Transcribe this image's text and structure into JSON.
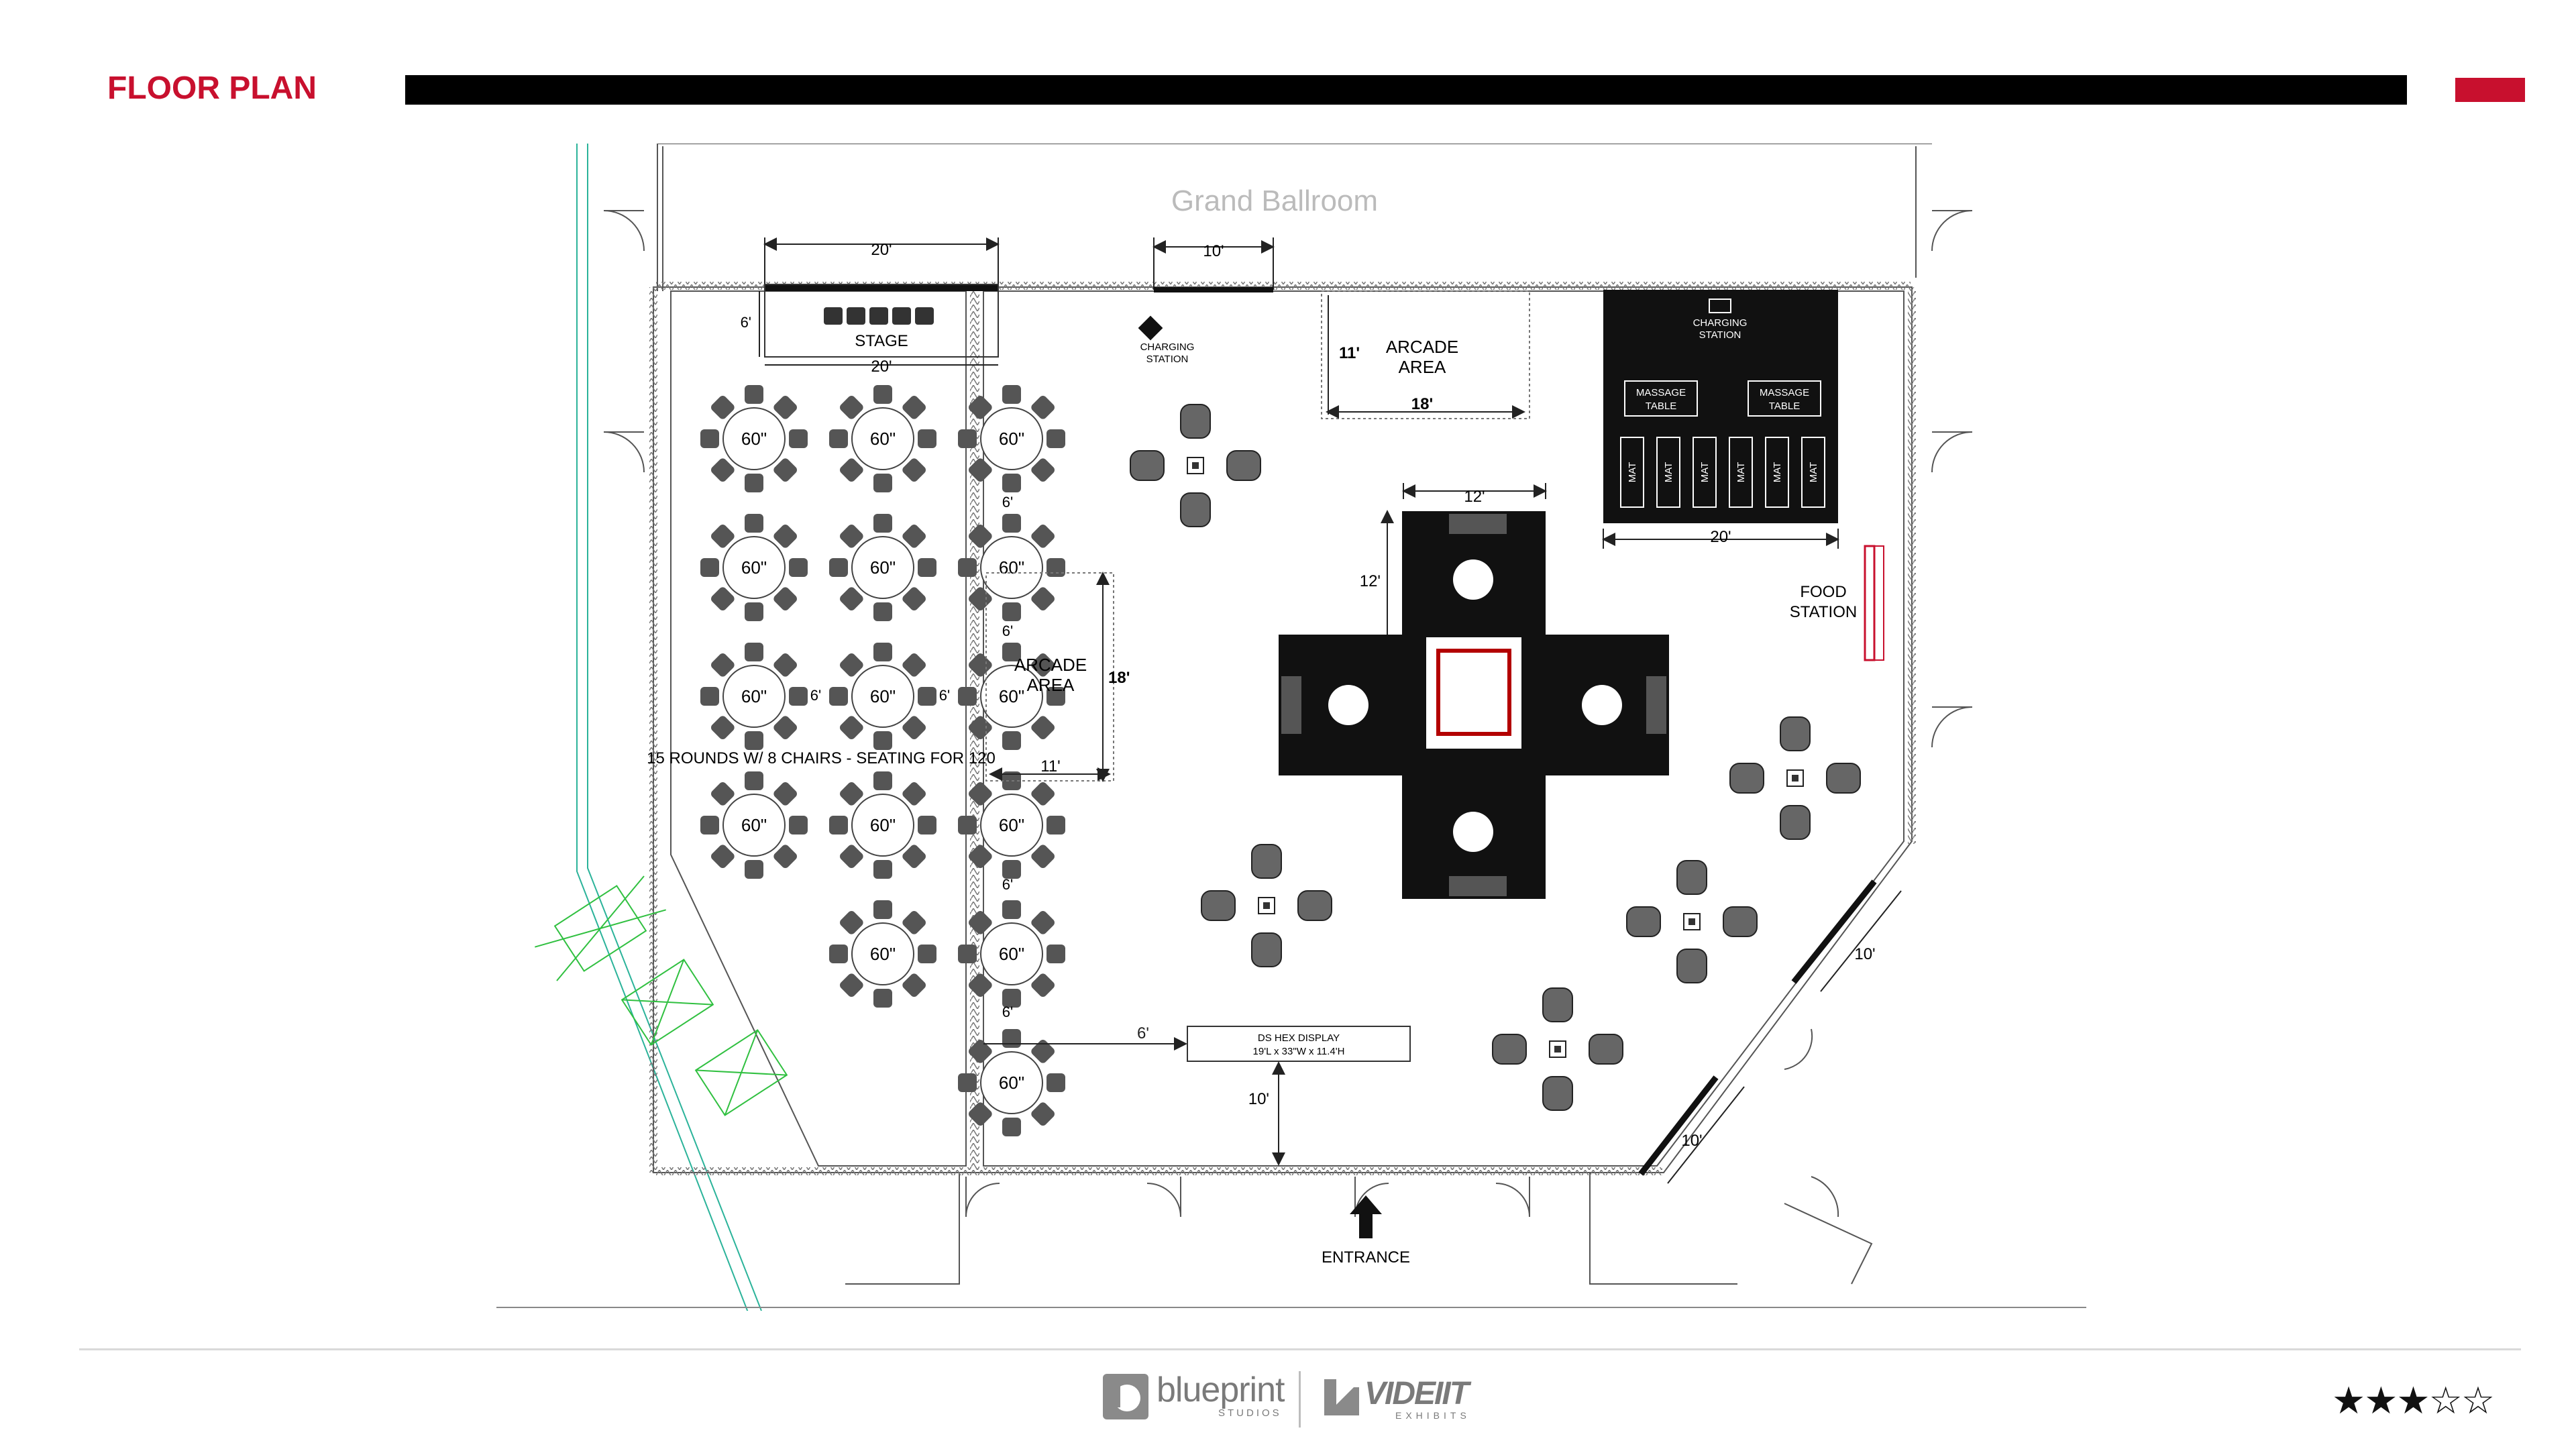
{
  "header": {
    "title": "FLOOR PLAN",
    "accent_color": "#c8102e"
  },
  "plan": {
    "room_label": "Grand Ballroom",
    "stage": {
      "label": "STAGE",
      "dim_top": "20'",
      "dim_bottom": "20'",
      "dim_side": "6'"
    },
    "seating": {
      "table_label": "60\"",
      "caption": "15 ROUNDS W/ 8 CHAIRS - SEATING FOR 120",
      "spacing": "6'"
    },
    "top_dim": "10'",
    "charging_station_1": [
      "CHARGING",
      "STATION"
    ],
    "arcade_top": {
      "label": [
        "ARCADE",
        "AREA"
      ],
      "dim_h": "11'",
      "dim_w": "18'"
    },
    "arcade_left": {
      "label": [
        "ARCADE",
        "AREA"
      ],
      "dim_h": "18'",
      "dim_w": "11'"
    },
    "wellness": {
      "charging": [
        "CHARGING",
        "STATION"
      ],
      "massage_1": [
        "MASSAGE",
        "TABLE"
      ],
      "massage_2": [
        "MASSAGE",
        "TABLE"
      ],
      "mat": "MAT",
      "dim": "20'"
    },
    "cross": {
      "dim_w": "12'",
      "dim_h": "12'"
    },
    "food_station": [
      "FOOD",
      "STATION"
    ],
    "hex_display": {
      "line1": "DS HEX DISPLAY",
      "line2": "19'L x 33\"W x 11.4'H",
      "dim_side": "6'",
      "dim_below": "10'"
    },
    "diag_dims": [
      "10'",
      "10'"
    ],
    "entrance": "ENTRANCE"
  },
  "footer": {
    "logo1": "blueprint",
    "logo1_sub": "STUDIOS",
    "logo2": "VIDEIIT",
    "logo2_sub": "EXHIBITS",
    "rating": {
      "filled": 3,
      "total": 5
    }
  }
}
